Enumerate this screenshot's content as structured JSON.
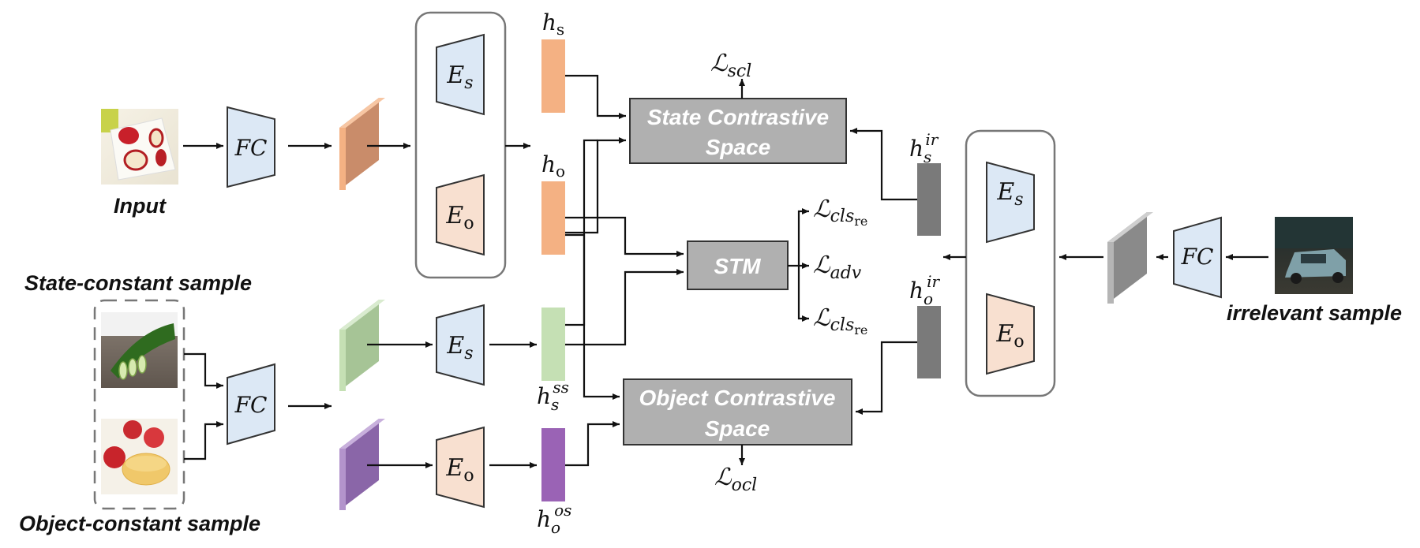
{
  "labels": {
    "input": "Input",
    "state_constant": "State-constant sample",
    "object_constant": "Object-constant sample",
    "irrelevant": "irrelevant sample"
  },
  "modules": {
    "fc": "FC",
    "state_space_line1": "State Contrastive",
    "state_space_line2": "Space",
    "object_space_line1": "Object Contrastive",
    "object_space_line2": "Space",
    "stm": "STM"
  },
  "encoders": {
    "es_base": "E",
    "es_sub": "s",
    "eo_base": "E",
    "eo_sub": "o"
  },
  "features": {
    "hs": {
      "base": "h",
      "sub": "s"
    },
    "ho": {
      "base": "h",
      "sub": "o"
    },
    "hss": {
      "base": "h",
      "sub": "s",
      "sup": "ss"
    },
    "hos": {
      "base": "h",
      "sub": "o",
      "sup": "os"
    },
    "hsir": {
      "base": "h",
      "sub": "s",
      "sup": "ir"
    },
    "hoir": {
      "base": "h",
      "sub": "o",
      "sup": "ir"
    }
  },
  "losses": {
    "scl": {
      "base": "ℒ",
      "sub": "scl"
    },
    "ocl": {
      "base": "ℒ",
      "sub": "ocl"
    },
    "adv": {
      "base": "ℒ",
      "sub": "adv"
    },
    "cls_re_top": {
      "base": "ℒ",
      "sub": "cls",
      "subsub": "re"
    },
    "cls_re_bottom": {
      "base": "ℒ",
      "sub": "cls",
      "subsub": "re"
    }
  },
  "colors": {
    "encoder_s": "#dce8f5",
    "encoder_o": "#f8e0d0",
    "fc": "#dce8f5",
    "space_box": "#b0b0b0",
    "feat_orange": "#f4b183",
    "feat_green": "#c5e0b4",
    "feat_purple": "#9a63b5",
    "feat_gray": "#7a7a7a",
    "slab_orange": "#e0a07a",
    "slab_green": "#a9c89a",
    "slab_purple": "#9070b0",
    "slab_gray": "#8a8a8a"
  }
}
